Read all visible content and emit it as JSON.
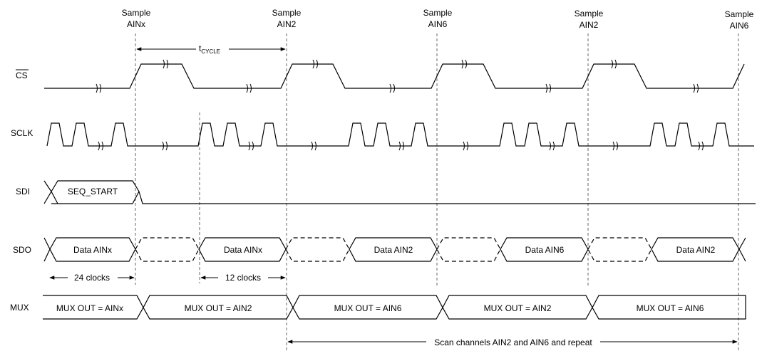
{
  "samples": [
    {
      "top": "Sample",
      "bottom": "AINx"
    },
    {
      "top": "Sample",
      "bottom": "AIN2"
    },
    {
      "top": "Sample",
      "bottom": "AIN6"
    },
    {
      "top": "Sample",
      "bottom": "AIN2"
    },
    {
      "top": "Sample",
      "bottom": "AIN6"
    }
  ],
  "signals": {
    "cs": "CS",
    "sclk": "SCLK",
    "sdi": "SDI",
    "sdo": "SDO",
    "mux": "MUX"
  },
  "tcycle": {
    "main": "t",
    "sub": "CYCLE"
  },
  "sdi_value": "SEQ_START",
  "sdo_values": [
    "Data AINx",
    "Data AINx",
    "Data AIN2",
    "Data AIN6",
    "Data AIN2"
  ],
  "mux_values": [
    "MUX OUT = AINx",
    "MUX OUT = AIN2",
    "MUX OUT = AIN6",
    "MUX OUT = AIN2",
    "MUX OUT = AIN6"
  ],
  "clocks_24": "24 clocks",
  "clocks_12": "12 clocks",
  "scan_note": "Scan channels AIN2 and AIN6 and repeat"
}
